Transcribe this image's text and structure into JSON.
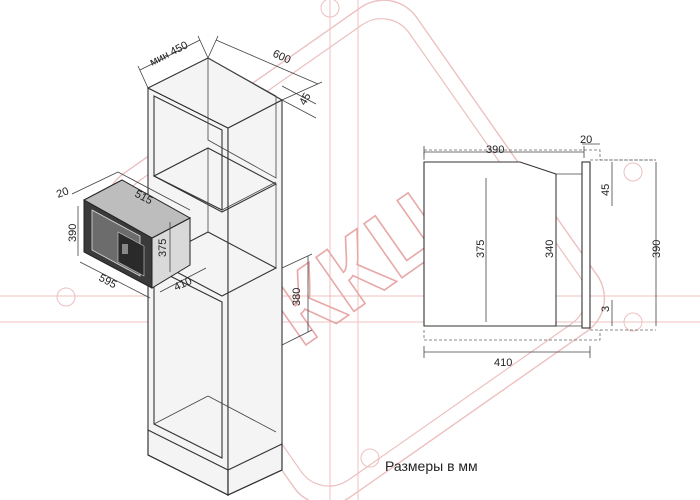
{
  "watermark": {
    "text": "ККЦ",
    "color": "#e8a8a8"
  },
  "caption": "Размеры в мм",
  "left_view": {
    "cabinet_labels": {
      "min_width": "мин 450",
      "depth": "600",
      "back_gap": "45",
      "niche_height": "380"
    },
    "microwave_labels": {
      "front_depth": "20",
      "depth": "515",
      "height": "390",
      "inner_height": "375",
      "width": "595",
      "niche_depth": "410"
    }
  },
  "right_view": {
    "labels": {
      "top_depth": "390",
      "front": "20",
      "top_gap": "45",
      "h375": "375",
      "h340": "340",
      "h390": "390",
      "bottom_gap": "3",
      "bottom_depth": "410"
    }
  }
}
